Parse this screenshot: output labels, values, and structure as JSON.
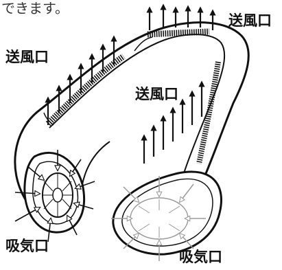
{
  "caption": "できます。",
  "labels": {
    "outlet_top_right": "送風口",
    "outlet_left": "送風口",
    "outlet_center": "送風口",
    "intake_left": "吸気口",
    "intake_right": "吸気口"
  },
  "colors": {
    "line": "#111111",
    "text": "#111111",
    "caption": "#333333",
    "ghost": "#9a9a9a",
    "background": "#ffffff"
  }
}
